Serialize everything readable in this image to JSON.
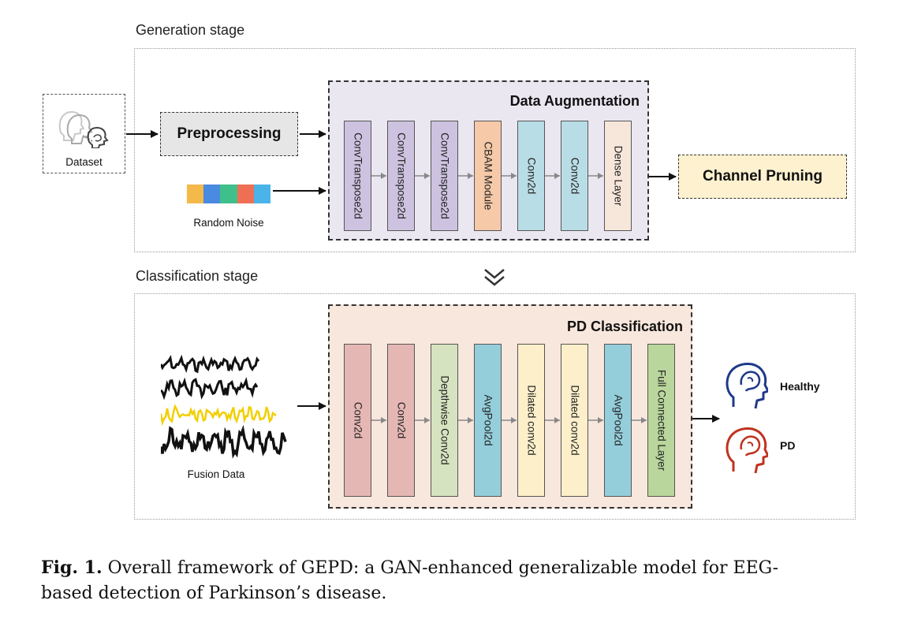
{
  "generation": {
    "stage_label": "Generation stage",
    "dataset_label": "Dataset",
    "preprocessing_label": "Preprocessing",
    "noise_label": "Random Noise",
    "noise_colors": [
      "#f5b94a",
      "#4a8ae0",
      "#3fc08a",
      "#ef6f55",
      "#4ab4e8"
    ],
    "augmentation_title": "Data Augmentation",
    "augmentation_layers": [
      {
        "label": "ConvTranspose2d",
        "color": "#cdc3e0"
      },
      {
        "label": "ConvTranspose2d",
        "color": "#cdc3e0"
      },
      {
        "label": "ConvTranspose2d",
        "color": "#cdc3e0"
      },
      {
        "label": "CBAM Module",
        "color": "#f6c9a8"
      },
      {
        "label": "Conv2d",
        "color": "#b9dde6"
      },
      {
        "label": "Conv2d",
        "color": "#b9dde6"
      },
      {
        "label": "Dense Layer",
        "color": "#f7e6da"
      }
    ],
    "pruning_label": "Channel Pruning"
  },
  "classification": {
    "stage_label": "Classification stage",
    "fusion_label": "Fusion Data",
    "classification_title": "PD Classification",
    "layers": [
      {
        "label": "Conv2d",
        "color": "#e5b7b4"
      },
      {
        "label": "Conv2d",
        "color": "#e5b7b4"
      },
      {
        "label": "Depthwise Conv2d",
        "color": "#d6e3c0"
      },
      {
        "label": "AvgPool2d",
        "color": "#95cedb"
      },
      {
        "label": "Dilated conv2d",
        "color": "#fcefca"
      },
      {
        "label": "Dilated conv2d",
        "color": "#fcefca"
      },
      {
        "label": "AvgPool2d",
        "color": "#95cedb"
      },
      {
        "label": "Full Connected Layer",
        "color": "#b9d69c"
      }
    ],
    "outputs": [
      {
        "label": "Healthy",
        "color": "#1f3a8a"
      },
      {
        "label": "PD",
        "color": "#c0321f"
      }
    ]
  },
  "caption": {
    "prefix": "Fig. 1.",
    "line1": "Overall framework of GEPD: a GAN-enhanced generalizable model for EEG-",
    "line2": "based detection of Parkinson’s disease."
  }
}
